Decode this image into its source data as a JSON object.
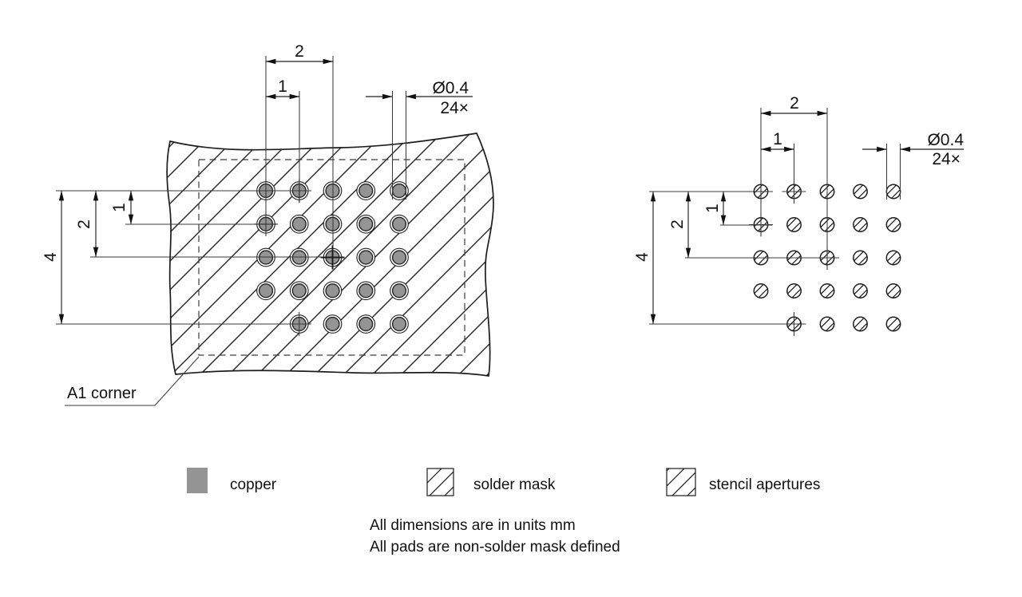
{
  "dim_labels": {
    "pitch2": "2",
    "pitch1": "1",
    "span4": "4",
    "diameter": "Ø0.4",
    "quantity": "24×"
  },
  "labels": {
    "a1_corner": "A1 corner"
  },
  "legend": {
    "copper": "copper",
    "solder_mask": "solder mask",
    "stencil_apertures": "stencil apertures"
  },
  "notes": {
    "line1": "All dimensions are in units mm",
    "line2": "All pads are non-solder mask defined"
  },
  "colors": {
    "copper": "#949494",
    "line": "#1d1d1d"
  },
  "grid": {
    "rows": 5,
    "cols": 5,
    "pad_count": 24,
    "missing_cells": [
      [
        4,
        0
      ]
    ],
    "crosshair_cells": [
      [
        0,
        0
      ],
      [
        0,
        1
      ],
      [
        1,
        0
      ],
      [
        2,
        2
      ],
      [
        4,
        1
      ]
    ],
    "pitch_mm": 1,
    "pad_diameter_mm": 0.4
  }
}
